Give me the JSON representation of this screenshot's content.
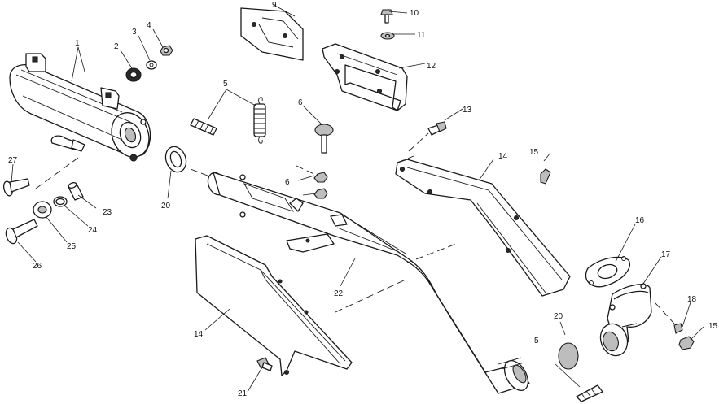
{
  "callouts": {
    "c1": "1",
    "c2": "2",
    "c3": "3",
    "c4": "4",
    "c5a": "5",
    "c5b": "5",
    "c6a": "6",
    "c6b": "6",
    "c9": "9",
    "c10": "10",
    "c11": "11",
    "c12": "12",
    "c13": "13",
    "c14a": "14",
    "c14b": "14",
    "c15a": "15",
    "c15b": "15",
    "c16": "16",
    "c17": "17",
    "c18": "18",
    "c20a": "20",
    "c20b": "20",
    "c21": "21",
    "c22": "22",
    "c23": "23",
    "c24": "24",
    "c25": "25",
    "c26": "26",
    "c27": "27"
  }
}
